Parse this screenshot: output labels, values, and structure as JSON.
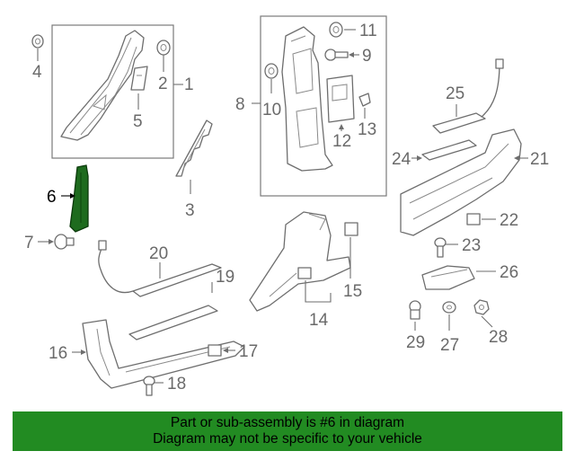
{
  "diagram": {
    "callouts": {
      "c1": "1",
      "c2": "2",
      "c3": "3",
      "c4": "4",
      "c5": "5",
      "c6": "6",
      "c7": "7",
      "c8": "8",
      "c9": "9",
      "c10": "10",
      "c11": "11",
      "c12": "12",
      "c13": "13",
      "c14": "14",
      "c15": "15",
      "c16": "16",
      "c17": "17",
      "c18": "18",
      "c19": "19",
      "c20": "20",
      "c21": "21",
      "c22": "22",
      "c23": "23",
      "c24": "24",
      "c25": "25",
      "c26": "26",
      "c27": "27",
      "c28": "28",
      "c29": "29"
    },
    "highlighted_part": "6",
    "highlight_color": "#1e6b1e"
  },
  "banner": {
    "line1": "Part or sub-assembly is #6 in diagram",
    "line2": "Diagram may not be specific to your vehicle",
    "color": "#228b22"
  }
}
